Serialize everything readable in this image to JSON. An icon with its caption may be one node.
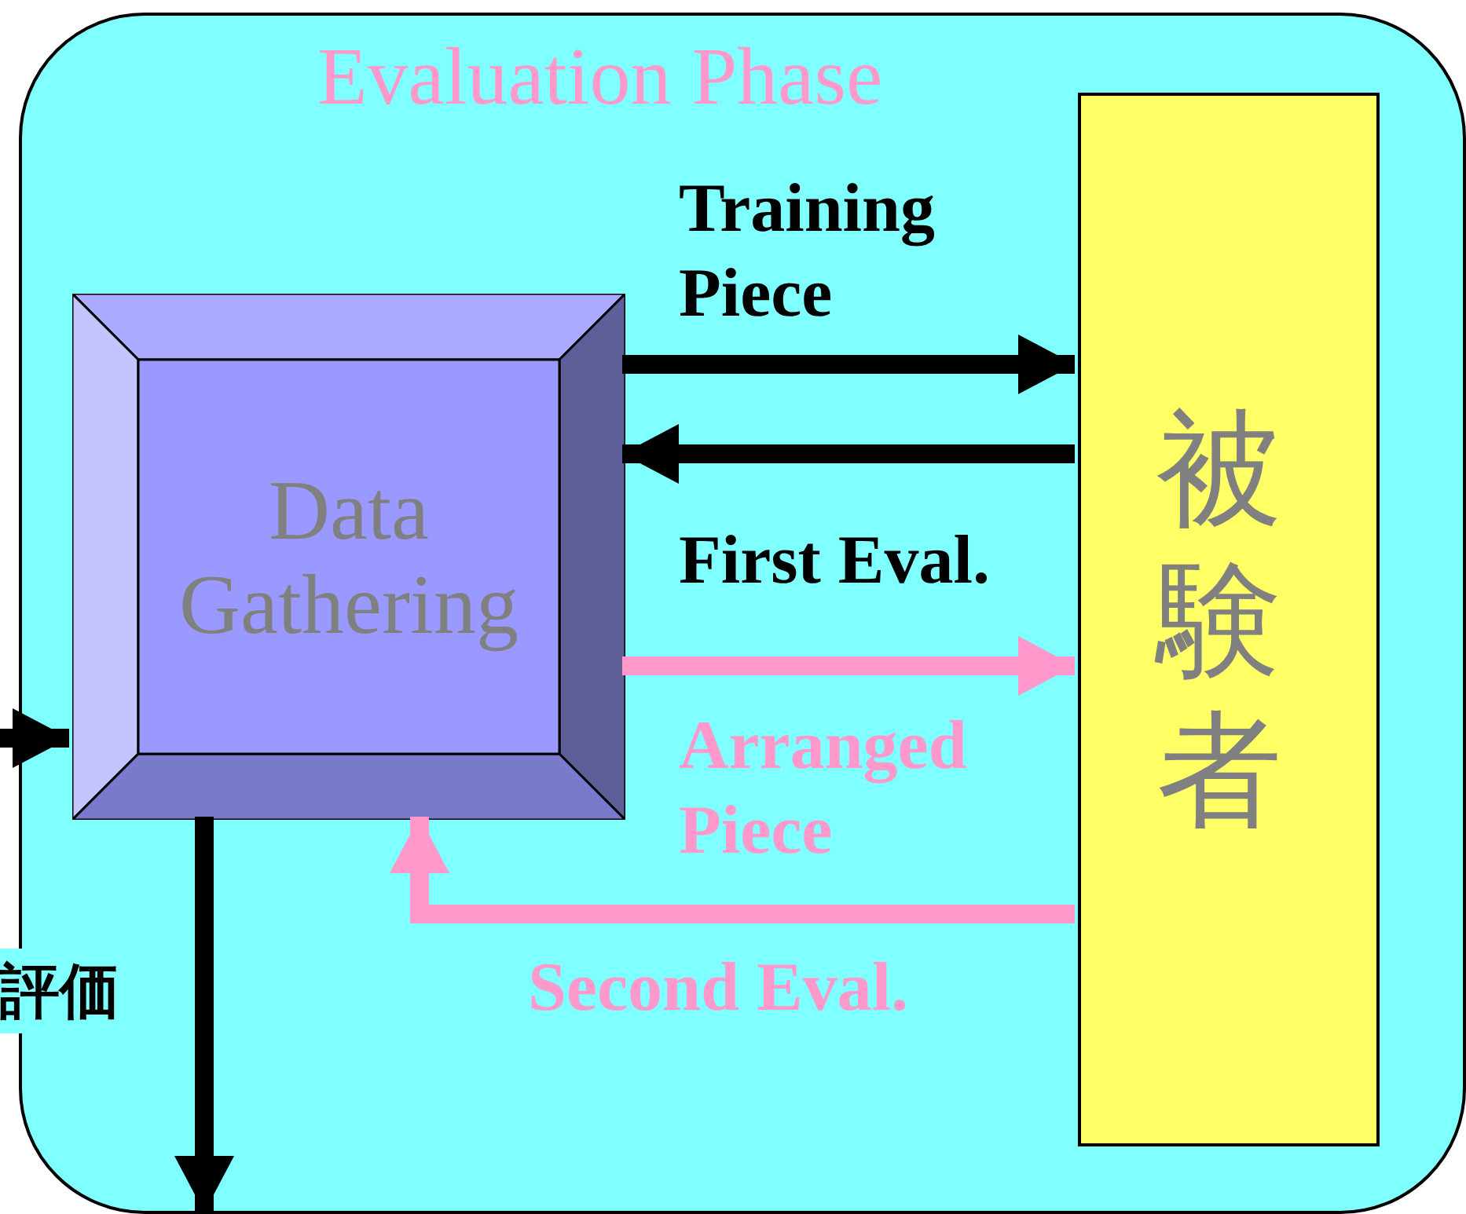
{
  "diagram": {
    "nodes": [
      {
        "text": [
          "Evaluation Phase"
        ]
      },
      {
        "text": [
          "Data Gathering"
        ],
        "in": 0
      },
      {
        "text": [
          "被験者"
        ],
        "in": 0
      }
    ],
    "edges": [
      {
        "from": 1,
        "to": 2,
        "arrow": "to",
        "label": "Training Piece"
      },
      {
        "from": 2,
        "to": 1,
        "arrow": "to",
        "label": "First Eval."
      },
      {
        "from": 1,
        "to": 2,
        "arrow": "to",
        "label": "Arranged Piece",
        "color": "#ff99cc"
      },
      {
        "from": 2,
        "to": 1,
        "arrow": "to",
        "label": "Second Eval.",
        "color": "#ff99cc"
      },
      {
        "from": null,
        "to": 1,
        "arrow": "to"
      },
      {
        "from": 1,
        "to": null,
        "arrow": "to",
        "label": "評価"
      }
    ]
  }
}
